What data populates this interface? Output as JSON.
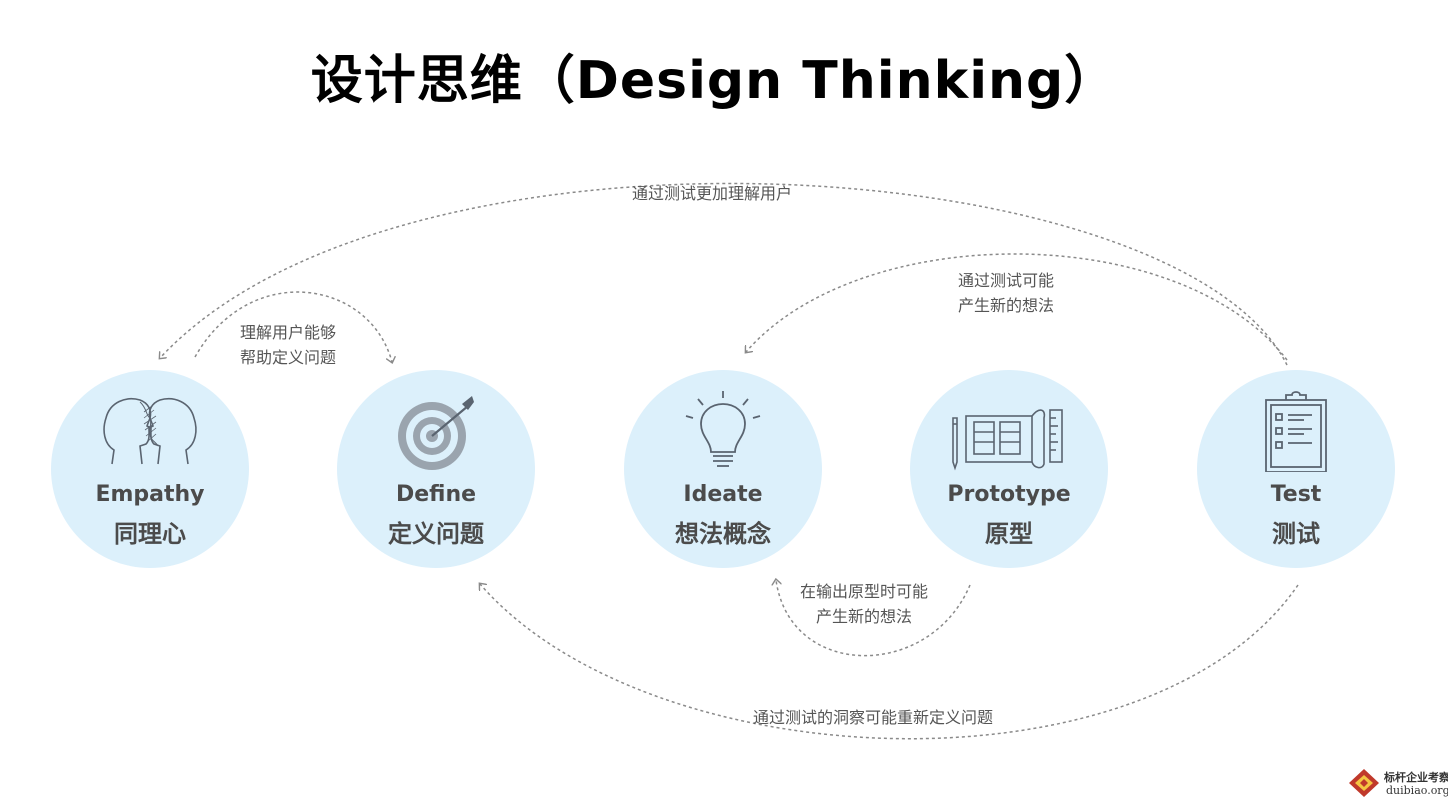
{
  "title": "设计思维（Design Thinking）",
  "stages": [
    {
      "en": "Empathy",
      "zh": "同理心",
      "icon": "two-heads-icon"
    },
    {
      "en": "Define",
      "zh": "定义问题",
      "icon": "target-arrow-icon"
    },
    {
      "en": "Ideate",
      "zh": "想法概念",
      "icon": "lightbulb-icon"
    },
    {
      "en": "Prototype",
      "zh": "原型",
      "icon": "blueprint-ruler-icon"
    },
    {
      "en": "Test",
      "zh": "测试",
      "icon": "clipboard-checklist-icon"
    }
  ],
  "notes": {
    "top_outer": "通过测试更加理解用户",
    "test_to_ideate_1": "通过测试可能",
    "test_to_ideate_2": "产生新的想法",
    "empathy_define_1": "理解用户能够",
    "empathy_define_2": "帮助定义问题",
    "prototype_ideate_1": "在输出原型时可能",
    "prototype_ideate_2": "产生新的想法",
    "bottom": "通过测试的洞察可能重新定义问题"
  },
  "watermark": {
    "line1": "标杆企业考察",
    "line2": "duibiao.org"
  },
  "colors": {
    "circle_fill": "#dcf0fb",
    "icon_stroke": "#5a6470",
    "label_text": "#4b4b4b",
    "arrow": "#8a8a8a"
  }
}
